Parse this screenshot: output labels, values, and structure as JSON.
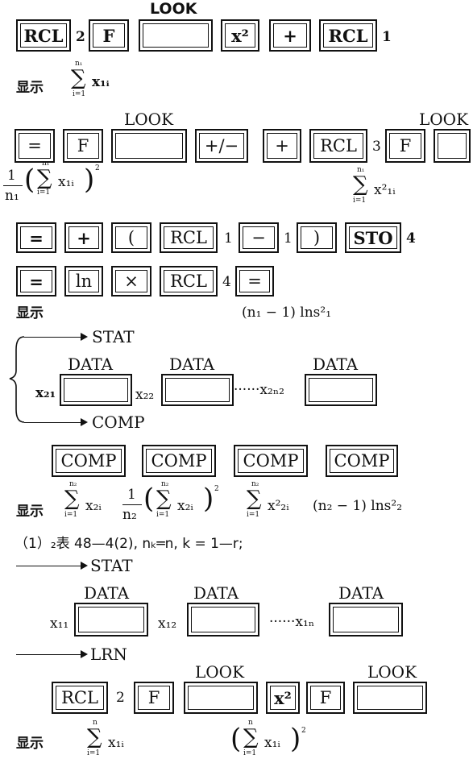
{
  "row1": {
    "look_label": "LOOK",
    "keys": [
      "RCL",
      "F",
      "",
      "x²",
      "+",
      "RCL"
    ],
    "nums": [
      "2",
      "1"
    ]
  },
  "disp1": {
    "label": "显示",
    "sum_top": "n₁",
    "sum_bottom": "i=1",
    "term": "x₁ᵢ"
  },
  "row2": {
    "look_labels": [
      "LOOK",
      "LOOK"
    ],
    "keys": [
      "=",
      "F",
      "",
      "+/−",
      "+",
      "RCL",
      "F",
      ""
    ],
    "nums": [
      "3"
    ]
  },
  "disp2": {
    "frac_num": "1",
    "frac_den": "n₁",
    "sum_top": "n₁",
    "sum_bottom": "i=1",
    "term": "x₁ᵢ",
    "power": "2",
    "sum2_top": "n₁",
    "sum2_bottom": "i=1",
    "term2": "x²₁ᵢ"
  },
  "row3": {
    "keys": [
      "=",
      "+",
      "(",
      "RCL",
      "−",
      ")",
      "STO"
    ],
    "nums": [
      "1",
      "1",
      "4"
    ]
  },
  "row4": {
    "keys": [
      "=",
      "ln",
      "×",
      "RCL",
      "="
    ],
    "nums": [
      "4"
    ]
  },
  "disp3": {
    "label": "显示",
    "formula": "(n₁ − 1) lns²₁"
  },
  "brace_block": {
    "stat": "STAT",
    "comp": "COMP",
    "data_labels": [
      "DATA",
      "DATA",
      "DATA"
    ],
    "x_labels": [
      "x₂₁",
      "x₂₂",
      "······x₂ₙ₂"
    ]
  },
  "comp_row": {
    "keys": [
      "COMP",
      "COMP",
      "COMP",
      "COMP"
    ]
  },
  "disp4": {
    "label": "显示",
    "sum_top": "n₂",
    "sum_bottom": "i=1",
    "term": "x₂ᵢ",
    "frac_num": "1",
    "frac_den": "n₂",
    "term_b": "x₂ᵢ",
    "power": "2",
    "term_c": "x²₂ᵢ",
    "tail": "(n₂ − 1) lns²₂"
  },
  "note": "（1）₂表 48—4(2), nₖ═n, k = 1—r;",
  "lower_block": {
    "stat": "STAT",
    "lrn": "LRN",
    "data_labels": [
      "DATA",
      "DATA",
      "DATA"
    ],
    "x_labels": [
      "x₁₁",
      "x₁₂",
      "······x₁ₙ"
    ]
  },
  "row5": {
    "look_labels": [
      "LOOK",
      "LOOK"
    ],
    "keys": [
      "RCL",
      "F",
      "",
      "x²",
      "F",
      ""
    ],
    "nums": [
      "2"
    ]
  },
  "disp5": {
    "label": "显示",
    "sum_top": "n",
    "sum_bottom": "i=1",
    "term": "x₁ᵢ",
    "term2": "x₁ᵢ",
    "power": "2"
  }
}
